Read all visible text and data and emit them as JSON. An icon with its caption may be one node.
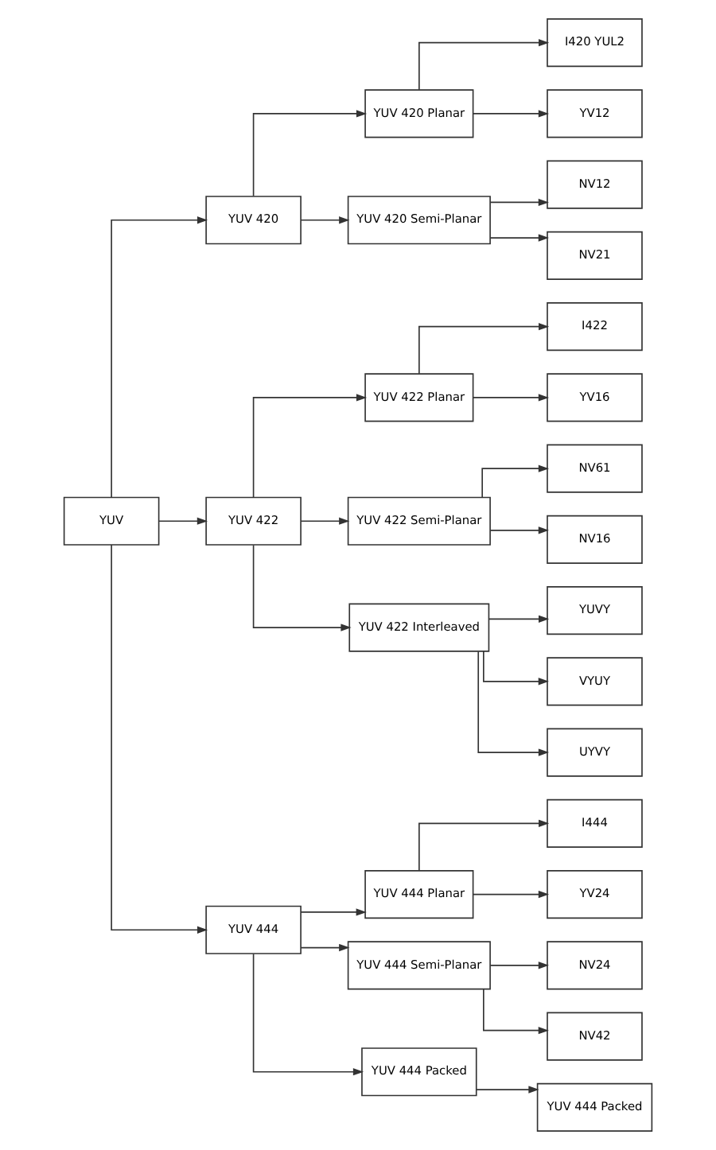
{
  "diagram": {
    "nodes": [
      {
        "text": [
          "YUV"
        ]
      },
      {
        "text": [
          "YUV 420"
        ]
      },
      {
        "text": [
          "YUV 420 Planar"
        ]
      },
      {
        "text": [
          "I420 YUL2"
        ]
      },
      {
        "text": [
          "YV12"
        ]
      },
      {
        "text": [
          "YUV 420 Semi-Planar"
        ]
      },
      {
        "text": [
          "NV12"
        ]
      },
      {
        "text": [
          "NV21"
        ]
      },
      {
        "text": [
          "YUV 422"
        ]
      },
      {
        "text": [
          "YUV 422 Planar"
        ]
      },
      {
        "text": [
          "I422"
        ]
      },
      {
        "text": [
          "YV16"
        ]
      },
      {
        "text": [
          "YUV 422 Semi-Planar"
        ]
      },
      {
        "text": [
          "NV61"
        ]
      },
      {
        "text": [
          "NV16"
        ]
      },
      {
        "text": [
          "YUV 422 Interleaved"
        ]
      },
      {
        "text": [
          "YUVY"
        ]
      },
      {
        "text": [
          "VYUY"
        ]
      },
      {
        "text": [
          "UYVY"
        ]
      },
      {
        "text": [
          "YUV 444"
        ]
      },
      {
        "text": [
          "YUV 444 Planar"
        ]
      },
      {
        "text": [
          "I444"
        ]
      },
      {
        "text": [
          "YV24"
        ]
      },
      {
        "text": [
          "YUV 444 Semi-Planar"
        ]
      },
      {
        "text": [
          "NV24"
        ]
      },
      {
        "text": [
          "NV42"
        ]
      },
      {
        "text": [
          "YUV 444 Packed"
        ]
      },
      {
        "text": [
          "YUV 444 Packed"
        ]
      }
    ],
    "edges": [
      {
        "from": 0,
        "to": 1,
        "arrow": "to"
      },
      {
        "from": 0,
        "to": 8,
        "arrow": "to"
      },
      {
        "from": 0,
        "to": 19,
        "arrow": "to"
      },
      {
        "from": 1,
        "to": 2,
        "arrow": "to"
      },
      {
        "from": 1,
        "to": 5,
        "arrow": "to"
      },
      {
        "from": 2,
        "to": 3,
        "arrow": "to"
      },
      {
        "from": 2,
        "to": 4,
        "arrow": "to"
      },
      {
        "from": 5,
        "to": 6,
        "arrow": "to"
      },
      {
        "from": 5,
        "to": 7,
        "arrow": "to"
      },
      {
        "from": 8,
        "to": 9,
        "arrow": "to"
      },
      {
        "from": 8,
        "to": 12,
        "arrow": "to"
      },
      {
        "from": 8,
        "to": 15,
        "arrow": "to"
      },
      {
        "from": 9,
        "to": 10,
        "arrow": "to"
      },
      {
        "from": 9,
        "to": 11,
        "arrow": "to"
      },
      {
        "from": 12,
        "to": 13,
        "arrow": "to"
      },
      {
        "from": 12,
        "to": 14,
        "arrow": "to"
      },
      {
        "from": 15,
        "to": 16,
        "arrow": "to"
      },
      {
        "from": 15,
        "to": 17,
        "arrow": "to"
      },
      {
        "from": 15,
        "to": 18,
        "arrow": "to"
      },
      {
        "from": 19,
        "to": 20,
        "arrow": "to"
      },
      {
        "from": 19,
        "to": 23,
        "arrow": "to"
      },
      {
        "from": 19,
        "to": 26,
        "arrow": "to"
      },
      {
        "from": 20,
        "to": 21,
        "arrow": "to"
      },
      {
        "from": 20,
        "to": 22,
        "arrow": "to"
      },
      {
        "from": 23,
        "to": 24,
        "arrow": "to"
      },
      {
        "from": 23,
        "to": 25,
        "arrow": "to"
      },
      {
        "from": 26,
        "to": 27,
        "arrow": "to"
      }
    ]
  }
}
